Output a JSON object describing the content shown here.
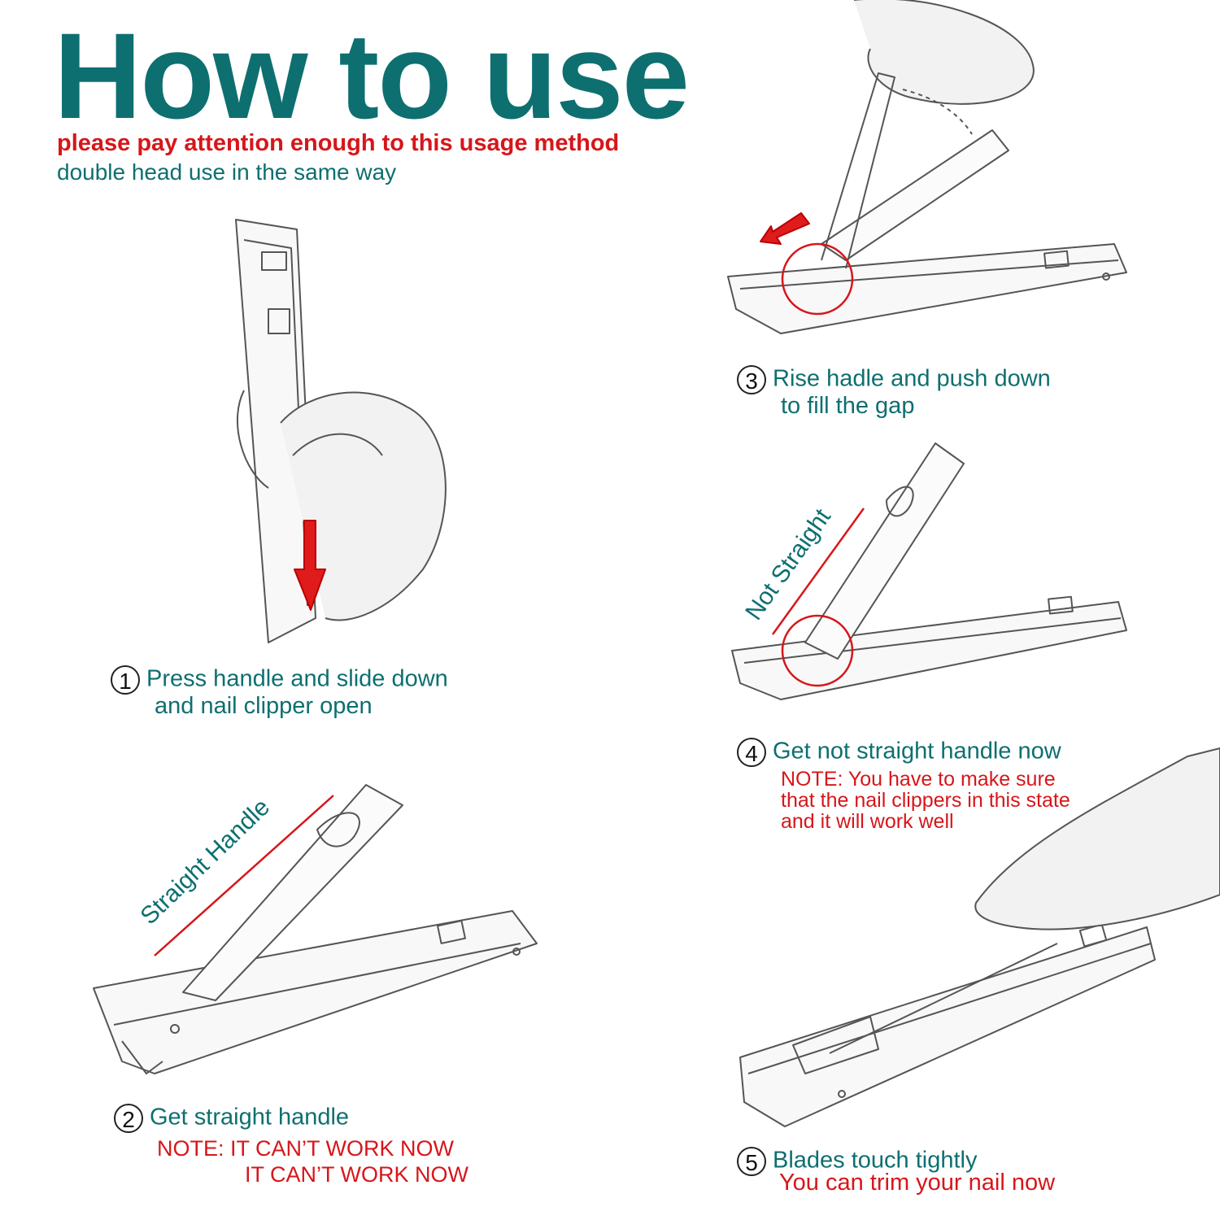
{
  "header": {
    "title": "How to use",
    "subtitle_red": "please pay attention enough to this usage method",
    "subtitle_teal": "double head use in the same way"
  },
  "steps": [
    {
      "num": "1",
      "lines": [
        "Press handle and slide down",
        "and nail clipper open"
      ]
    },
    {
      "num": "2",
      "lines": [
        "Get straight handle"
      ],
      "note": [
        "NOTE: IT CAN’T WORK NOW",
        "IT CAN’T WORK NOW"
      ],
      "label": "Straight Handle"
    },
    {
      "num": "3",
      "lines": [
        "Rise hadle and push down",
        "to fill the gap"
      ]
    },
    {
      "num": "4",
      "lines": [
        "Get not straight handle now"
      ],
      "note": [
        "NOTE: You have to make sure",
        "that the nail clippers in this state",
        "and it will work well"
      ],
      "label": "Not Straight"
    },
    {
      "num": "5",
      "lines": [
        "Blades touch tightly"
      ],
      "note": [
        "You can trim your nail now"
      ]
    }
  ],
  "colors": {
    "teal": "#0e6f70",
    "red": "#d7161a"
  }
}
